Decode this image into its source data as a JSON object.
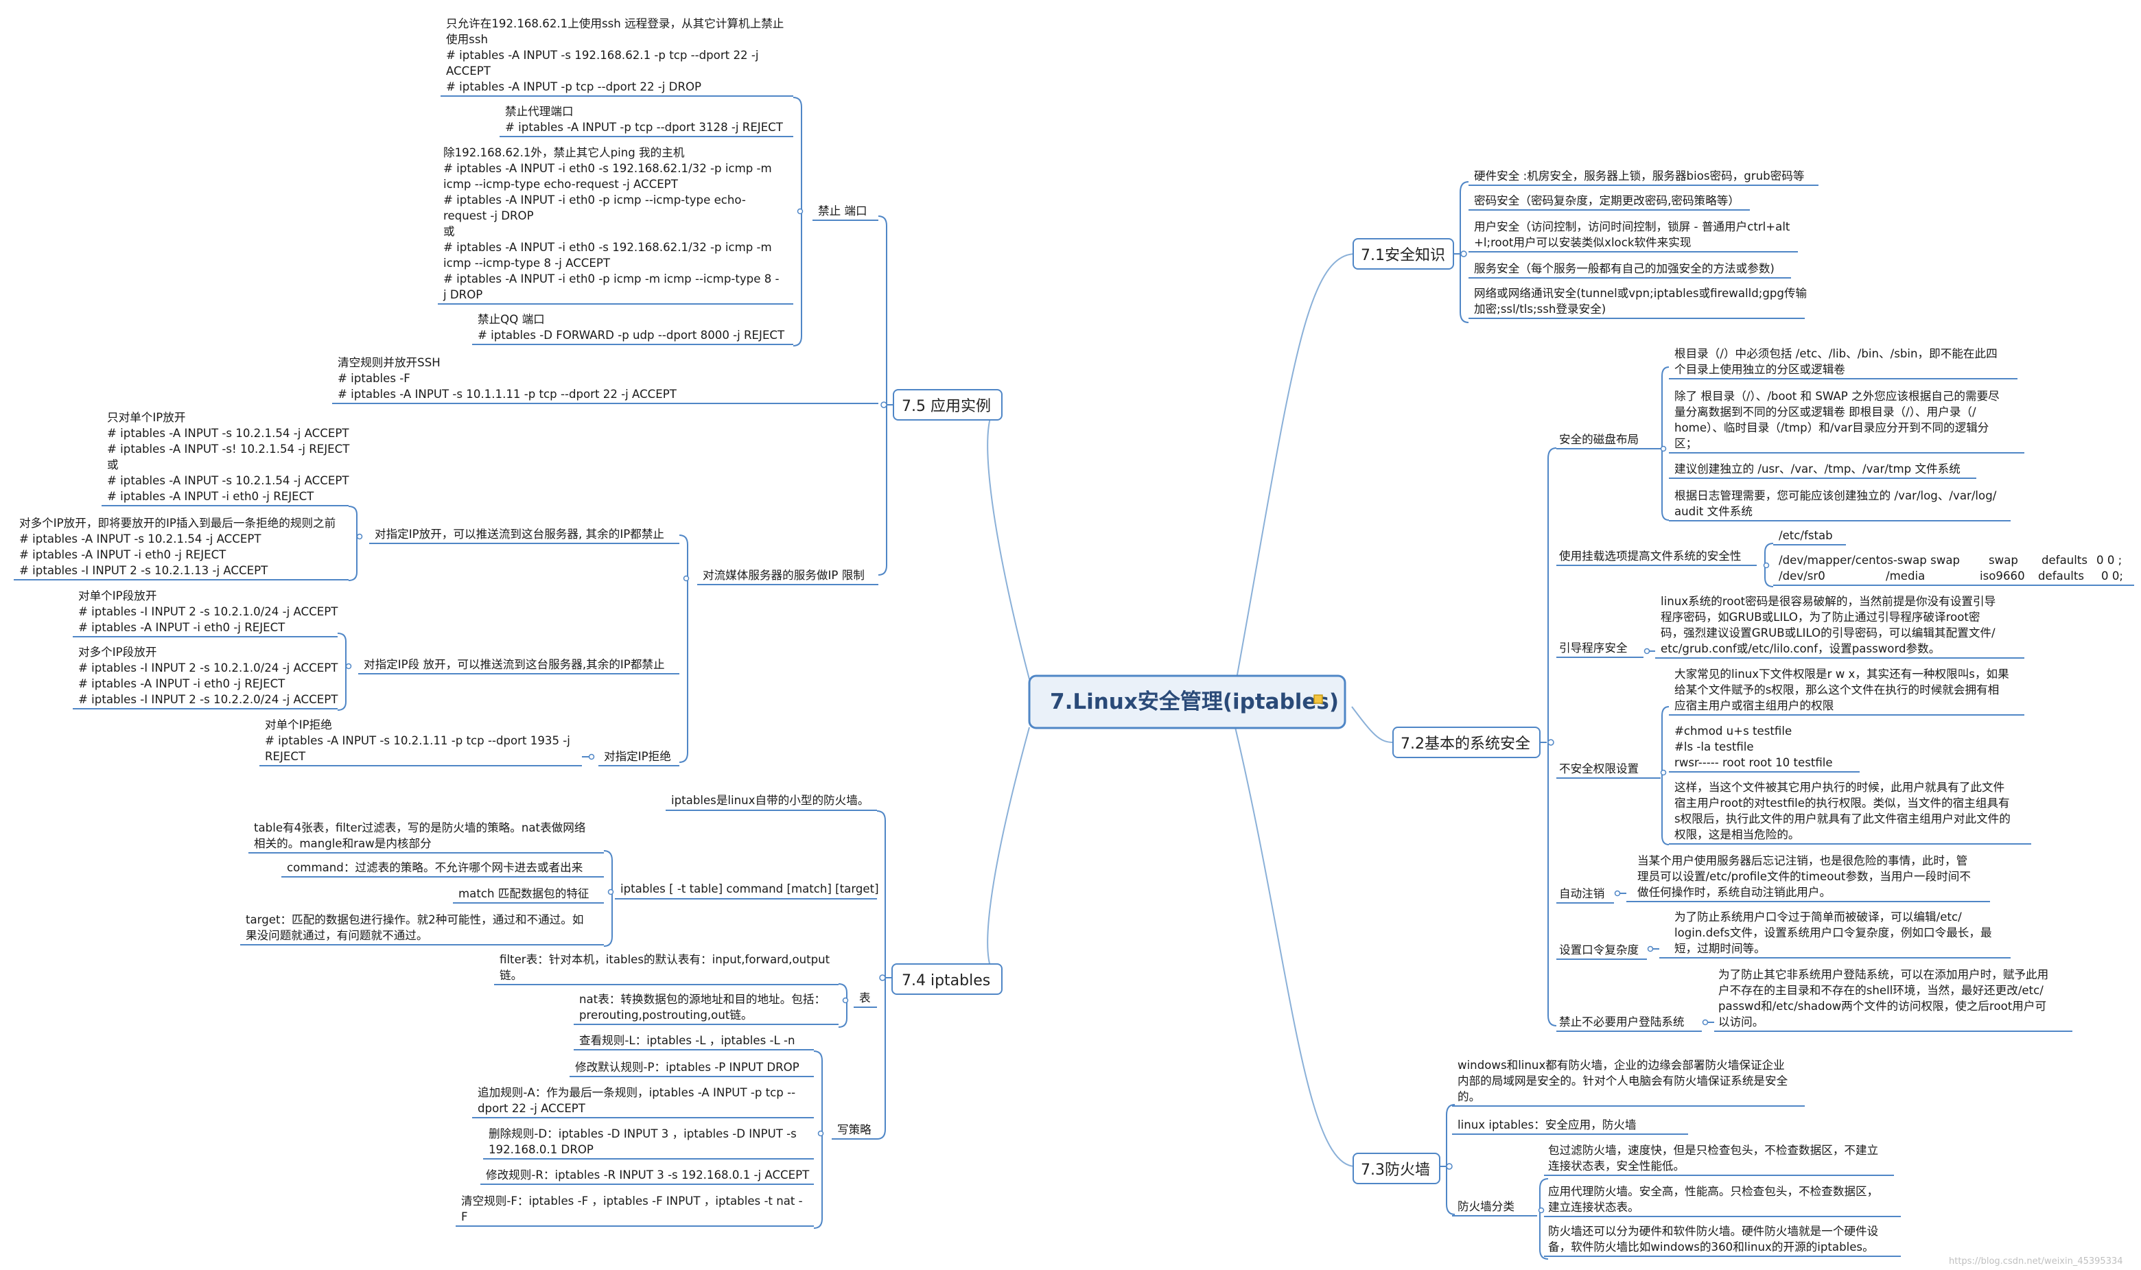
{
  "root": {
    "label": "7.Linux安全管理(iptables)"
  },
  "branches": {
    "b71": "7.1安全知识",
    "b72": "7.2基本的系统安全",
    "b73": "7.3防火墙",
    "b74": "7.4 iptables",
    "b75": "7.5 应用实例"
  },
  "s71": [
    "硬件安全 :机房安全，服务器上锁，服务器bios密码，grub密码等",
    "密码安全（密码复杂度，定期更改密码,密码策略等）",
    "用户安全（访问控制，访问时间控制，锁屏 - 普通用户ctrl+alt",
    "+l;root用户可以安装类似xlock软件来实现",
    "服务安全（每个服务一般都有自己的加强安全的方法或参数)",
    "网络或网络通讯安全(tunnel或vpn;iptables或firewalld;gpg传输",
    "加密;ssl/tls;ssh登录安全)"
  ],
  "s72": {
    "disk": {
      "label": "安全的磁盘布局",
      "t": [
        "根目录（/）中必须包括 /etc、/lib、/bin、/sbin，即不能在此四",
        "个目录上使用独立的分区或逻辑卷",
        "除了 根目录（/）、/boot 和 SWAP 之外您应该根据自己的需要尽",
        "量分离数据到不同的分区或逻辑卷 即根目录（/）、用户录（/",
        "home）、临时目录（/tmp）和/var目录应分开到不同的逻辑分",
        "区；",
        "建议创建独立的 /usr、/var、/tmp、/var/tmp 文件系统",
        "根据日志管理需要，您可能应该创建独立的 /var/log、/var/log/",
        "audit 文件系统"
      ]
    },
    "mount": {
      "label": "使用挂载选项提高文件系统的安全性",
      "t": [
        "/etc/fstab",
        "/dev/mapper/centos-swap swap",
        "swap",
        "defaults",
        "0 0 ;",
        "/dev/sr0",
        "/media",
        "iso9660",
        "defaults",
        "0 0;"
      ]
    },
    "boot": {
      "label": "引导程序安全",
      "t": [
        "linux系统的root密码是很容易破解的，当然前提是你没有设置引导",
        "程序密码，如GRUB或LILO，为了防止通过引导程序破译root密",
        "码，强烈建议设置GRUB或LILO的引导密码，可以编辑其配置文件/",
        "etc/grub.conf或/etc/lilo.conf，设置password参数。"
      ]
    },
    "perm": {
      "label": "不安全权限设置",
      "t": [
        "大家常见的linux下文件权限是r w x，其实还有一种权限叫s，如果",
        "给某个文件赋予的s权限，那么这个文件在执行的时候就会拥有相",
        "应宿主用户或宿主组用户的权限",
        "#chmod u+s testfile",
        "#ls -la testfile",
        "rwsr----- root root 10 testfile",
        "这样，当这个文件被其它用户执行的时候，此用户就具有了此文件",
        "宿主用户root的对testfile的执行权限。类似，当文件的宿主组具有",
        "s权限后，执行此文件的用户就具有了此文件宿主组用户对此文件的",
        "权限，这是相当危险的。"
      ]
    },
    "logout": {
      "label": "自动注销",
      "t": [
        "当某个用户使用服务器后忘记注销，也是很危险的事情，此时，管",
        "理员可以设置/etc/profile文件的timeout参数，当用户一段时间不",
        "做任何操作时，系统自动注销此用户。"
      ]
    },
    "passwd": {
      "label": "设置口令复杂度",
      "t": [
        "为了防止系统用户口令过于简单而被破译，可以编辑/etc/",
        "login.defs文件，设置系统用户口令复杂度，例如口令最长，最",
        "短，过期时间等。"
      ]
    },
    "nologin": {
      "label": "禁止不必要用户登陆系统",
      "t": [
        "为了防止其它非系统用户登陆系统，可以在添加用户时，赋予此用",
        "户不存在的主目录和不存在的shell环境，当然，最好还更改/etc/",
        "passwd和/etc/shadow两个文件的访问权限，使之后root用户可",
        "以访问。"
      ]
    }
  },
  "s73": {
    "intro": [
      "windows和linux都有防火墙，企业的边缘会部署防火墙保证企业",
      "内部的局域网是安全的。针对个人电脑会有防火墙保证系统是安全",
      "的。"
    ],
    "app": "linux iptables：安全应用，防火墙",
    "cls": {
      "label": "防火墙分类",
      "t": [
        "包过滤防火墙，速度快，但是只检查包头，不检查数据区，不建立",
        "连接状态表，安全性能低。",
        "应用代理防火墙。安全高，性能高。只检查包头，不检查数据区，",
        "建立连接状态表。",
        "防火墙还可以分为硬件和软件防火墙。硬件防火墙就是一个硬件设",
        "备，软件防火墙比如windows的360和linux的开源的iptables。"
      ]
    }
  },
  "s74": {
    "intro": "iptables是linux自带的小型的防火墙。",
    "cmd": {
      "label": "iptables [ -t table] command [match] [target]",
      "t": [
        "table有4张表，filter过滤表，写的是防火墙的策略。nat表做网络",
        "相关的。mangle和raw是内核部分",
        "command：过滤表的策略。不允许哪个网卡进去或者出来",
        "match 匹配数据包的特征",
        "target：匹配的数据包进行操作。就2种可能性，通过和不通过。如",
        "果没问题就通过，有问题就不通过。"
      ]
    },
    "tables": {
      "label": "表",
      "t": [
        "filter表：针对本机，itables的默认表有：input,forward,output",
        "链。",
        "nat表：转换数据包的源地址和目的地址。包括：",
        "prerouting,postrouting,out链。"
      ]
    },
    "rules": {
      "label": "写策略",
      "t": [
        "查看规则-L：iptables -L ，iptables -L -n",
        "修改默认规则-P：iptables -P INPUT DROP",
        "追加规则-A：作为最后一条规则，iptables -A INPUT -p tcp --",
        "dport 22 -j ACCEPT",
        "删除规则-D：iptables -D INPUT 3 ，iptables -D INPUT -s",
        "192.168.0.1 DROP",
        "修改规则-R：iptables -R INPUT 3 -s 192.168.0.1 -j ACCEPT",
        "清空规则-F：iptables -F ，iptables -F INPUT ，iptables -t nat -",
        "F"
      ]
    }
  },
  "s75": {
    "port": {
      "label": "禁止 端口",
      "t": [
        "只允许在192.168.62.1上使用ssh 远程登录，从其它计算机上禁止",
        "使用ssh",
        "# iptables -A INPUT -s 192.168.62.1 -p tcp --dport 22 -j",
        "ACCEPT",
        "# iptables -A INPUT -p tcp --dport 22 -j DROP",
        "禁止代理端口",
        "# iptables -A INPUT -p tcp --dport 3128 -j REJECT",
        "除192.168.62.1外，禁止其它人ping 我的主机",
        "# iptables -A INPUT -i eth0 -s 192.168.62.1/32 -p icmp -m",
        "icmp --icmp-type echo-request -j ACCEPT",
        "# iptables -A INPUT -i eth0 -p icmp --icmp-type echo-",
        "request -j DROP",
        "或",
        "# iptables -A INPUT -i eth0 -s 192.168.62.1/32 -p icmp -m",
        "icmp --icmp-type 8 -j ACCEPT",
        "# iptables -A INPUT -i eth0 -p icmp -m icmp --icmp-type 8 -",
        "j DROP",
        "禁止QQ 端口",
        "# iptables -D FORWARD -p udp --dport 8000 -j REJECT"
      ]
    },
    "clear": [
      "清空规则并放开SSH",
      "# iptables -F",
      "# iptables -A INPUT -s 10.1.1.11 -p tcp --dport 22 -j ACCEPT"
    ],
    "media": {
      "label": "对流媒体服务器的服务做IP 限制",
      "ip": {
        "label": "对指定IP放开，可以推送流到这台服务器, 其余的IP都禁止",
        "t": [
          "只对单个IP放开",
          "# iptables -A INPUT -s 10.2.1.54 -j ACCEPT",
          "# iptables -A INPUT -s! 10.2.1.54 -j REJECT",
          "或",
          "# iptables -A INPUT -s 10.2.1.54 -j ACCEPT",
          "# iptables -A INPUT -i eth0 -j REJECT",
          "对多个IP放开，即将要放开的IP插入到最后一条拒绝的规则之前",
          "# iptables -A INPUT -s 10.2.1.54 -j ACCEPT",
          "# iptables -A INPUT -i eth0 -j REJECT",
          "# iptables -I INPUT 2 -s 10.2.1.13 -j ACCEPT"
        ]
      },
      "seg": {
        "label": "对指定IP段 放开，可以推送流到这台服务器,其余的IP都禁止",
        "t": [
          "对单个IP段放开",
          "# iptables -I INPUT 2 -s 10.2.1.0/24 -j ACCEPT",
          "# iptables -A INPUT -i eth0 -j REJECT",
          "对多个IP段放开",
          "# iptables -I INPUT 2 -s 10.2.1.0/24 -j ACCEPT",
          "# iptables -A INPUT -i eth0 -j REJECT",
          "# iptables -I INPUT 2 -s 10.2.2.0/24 -j ACCEPT"
        ]
      },
      "deny": {
        "label": "对指定IP拒绝",
        "t": [
          "对单个IP拒绝",
          "# iptables -A INPUT -s 10.2.1.11 -p tcp --dport 1935 -j",
          "REJECT"
        ]
      }
    }
  },
  "watermark": "https://blog.csdn.net/weixin_45395334",
  "colors": {
    "line": "#4f86c6",
    "curve": "#8ab0d8",
    "root_border": "#4f86c6",
    "root_fill": "#eaf1f9",
    "branch_fill": "#ffffff"
  }
}
